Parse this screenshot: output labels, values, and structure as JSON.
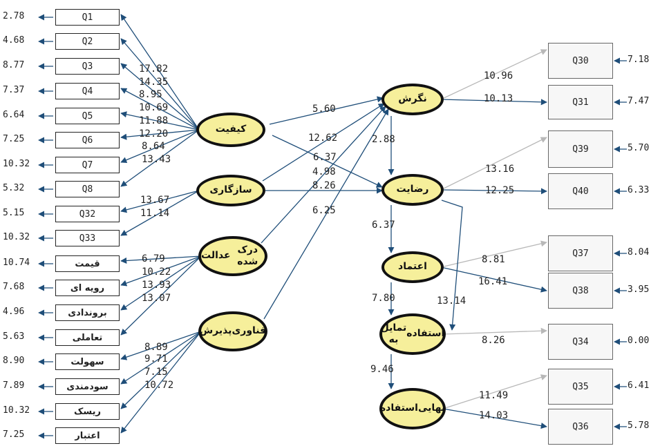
{
  "left_indicators": [
    {
      "label": "Q1",
      "error": "2.78",
      "loading": "17.82",
      "factor": "k"
    },
    {
      "label": "Q2",
      "error": "4.68",
      "loading": "14.35",
      "factor": "k"
    },
    {
      "label": "Q3",
      "error": "8.77",
      "loading": "8.95",
      "factor": "k"
    },
    {
      "label": "Q4",
      "error": "7.37",
      "loading": "10.69",
      "factor": "k"
    },
    {
      "label": "Q5",
      "error": "6.64",
      "loading": "11.88",
      "factor": "k"
    },
    {
      "label": "Q6",
      "error": "7.25",
      "loading": "12.20",
      "factor": "k"
    },
    {
      "label": "Q7",
      "error": "10.32",
      "loading": "8.64",
      "factor": "k"
    },
    {
      "label": "Q8",
      "error": "5.32",
      "loading": "13.43",
      "factor": "k"
    },
    {
      "label": "Q32",
      "error": "5.15",
      "loading": "13.67",
      "factor": "s"
    },
    {
      "label": "Q33",
      "error": "10.32",
      "loading": "11.14",
      "factor": "s"
    },
    {
      "label": "قیمت",
      "error": "10.74",
      "loading": "6.79",
      "factor": "a"
    },
    {
      "label": "رویه ای",
      "error": "7.68",
      "loading": "10.22",
      "factor": "a"
    },
    {
      "label": "بروندادی",
      "error": "4.96",
      "loading": "13.93",
      "factor": "a"
    },
    {
      "label": "تعاملی",
      "error": "5.63",
      "loading": "13.07",
      "factor": "a"
    },
    {
      "label": "سهولت",
      "error": "8.90",
      "loading": "8.89",
      "factor": "p"
    },
    {
      "label": "سودمندی",
      "error": "7.89",
      "loading": "9.71",
      "factor": "p"
    },
    {
      "label": "ریسک",
      "error": "10.32",
      "loading": "7.15",
      "factor": "p"
    },
    {
      "label": "اعتبار",
      "error": "7.25",
      "loading": "10.72",
      "factor": "p"
    }
  ],
  "right_indicators": [
    {
      "label": "Q30",
      "error": "7.18",
      "loading": "10.96",
      "factor": "n"
    },
    {
      "label": "Q31",
      "error": "7.47",
      "loading": "10.13",
      "factor": "n"
    },
    {
      "label": "Q39",
      "error": "5.70",
      "loading": "13.16",
      "factor": "r"
    },
    {
      "label": "Q40",
      "error": "6.33",
      "loading": "12.25",
      "factor": "r"
    },
    {
      "label": "Q37",
      "error": "8.04",
      "loading": "8.81",
      "factor": "e"
    },
    {
      "label": "Q38",
      "error": "3.95",
      "loading": "16.41",
      "factor": "e"
    },
    {
      "label": "Q34",
      "error": "0.00",
      "loading": "8.26",
      "factor": "t"
    },
    {
      "label": "Q35",
      "error": "6.41",
      "loading": "11.49",
      "factor": "u"
    },
    {
      "label": "Q36",
      "error": "5.78",
      "loading": "14.03",
      "factor": "u"
    }
  ],
  "latents": {
    "k": {
      "lines": [
        "کیفیت"
      ]
    },
    "s": {
      "lines": [
        "سازگاری"
      ]
    },
    "a": {
      "lines": [
        "عدالت",
        "درک شده"
      ]
    },
    "p": {
      "lines": [
        "پذیرش",
        "فناوری"
      ]
    },
    "n": {
      "lines": [
        "نگرش"
      ]
    },
    "r": {
      "lines": [
        "رضایت"
      ]
    },
    "e": {
      "lines": [
        "اعتماد"
      ]
    },
    "t": {
      "lines": [
        "تمایل به",
        "استفاده"
      ]
    },
    "u": {
      "lines": [
        "استفاده",
        "نهایی"
      ]
    }
  },
  "structural_paths": [
    {
      "from": "k",
      "to": "n",
      "value": "5.60"
    },
    {
      "from": "s",
      "to": "n",
      "value": "12.62"
    },
    {
      "from": "a",
      "to": "n",
      "value": "6.37"
    },
    {
      "from": "p",
      "to": "n",
      "value": "6.25"
    },
    {
      "from": "k",
      "to": "r",
      "value": "4.98"
    },
    {
      "from": "s",
      "to": "r",
      "value": "8.26"
    },
    {
      "from": "n",
      "to": "r",
      "value": "2.88"
    },
    {
      "from": "r",
      "to": "e",
      "value": "6.37"
    },
    {
      "from": "e",
      "to": "t",
      "value": "7.80"
    },
    {
      "from": "r",
      "to": "t",
      "value": "13.14"
    },
    {
      "from": "t",
      "to": "u",
      "value": "9.46"
    }
  ],
  "colors": {
    "latent_fill": "#f6ef9b",
    "path_arrow": "#1f4e79",
    "light_arrow": "#b8b8b8"
  }
}
